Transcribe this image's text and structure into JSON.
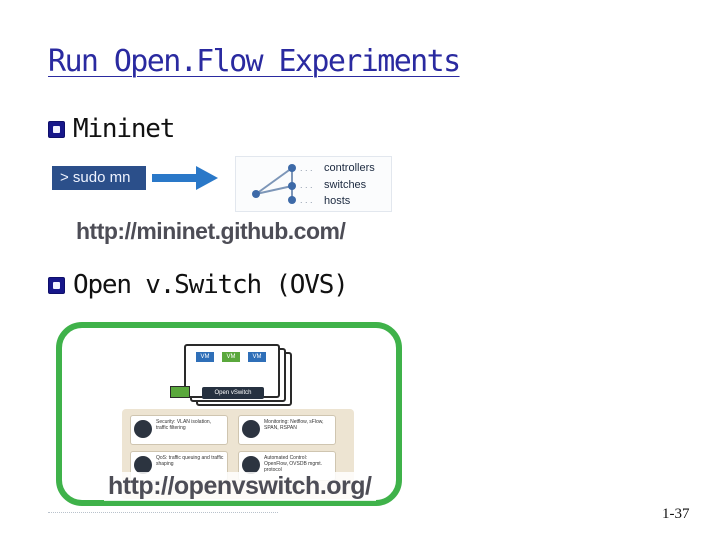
{
  "slide": {
    "title": "Run Open.Flow Experiments",
    "page_number": "1-37"
  },
  "mininet": {
    "bullet": "Mininet",
    "command": "> sudo mn",
    "diagram_labels": [
      "controllers",
      "switches",
      "hosts"
    ],
    "url": "http://mininet.github.com/"
  },
  "ovs": {
    "bullet": "Open v.Switch (OVS)",
    "vm_label": "VM",
    "switch_label": "Open vSwitch",
    "features": [
      {
        "name": "Security",
        "text": "Security: VLAN isolation, traffic filtering"
      },
      {
        "name": "Monitoring",
        "text": "Monitoring: Netflow, sFlow, SPAN, RSPAN"
      },
      {
        "name": "QoS",
        "text": "QoS: traffic queuing and traffic shaping"
      },
      {
        "name": "Automated Control",
        "text": "Automated Control: OpenFlow, OVSDB mgmt. protocol"
      }
    ],
    "url": "http://openvswitch.org/"
  },
  "colors": {
    "title": "#2a2aa0",
    "bullet": "#17178a",
    "arrow": "#2a78c8",
    "frame": "#3fb24a",
    "vm_chips": [
      "#2f6fb8",
      "#5aa83c",
      "#2f6fb8"
    ]
  }
}
